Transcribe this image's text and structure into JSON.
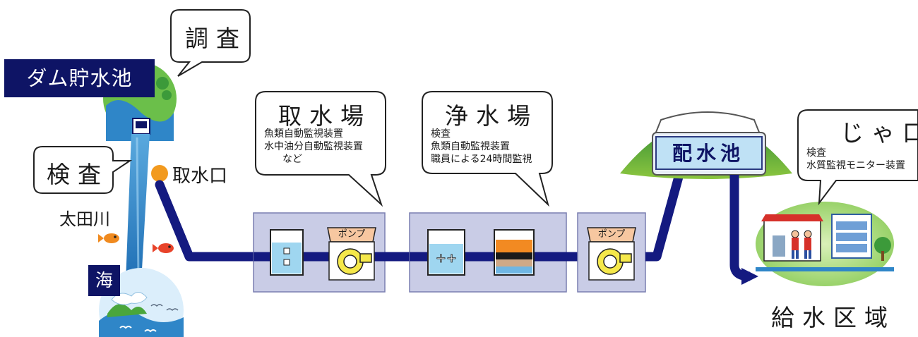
{
  "labels": {
    "chousa": "調査",
    "dam": "ダム貯水池",
    "kensa": "検査",
    "shusuiguchi": "取水口",
    "otagawa": "太田川",
    "umi": "海",
    "haisuichi": "配水池",
    "kyusui_kuiki": "給水区域"
  },
  "shusuijo": {
    "title": "取水場",
    "lines": [
      "魚類自動監視装置",
      "水中油分自動監視装置",
      "など"
    ]
  },
  "jousuijo": {
    "title": "浄水場",
    "lines": [
      "検査",
      "魚類自動監視装置",
      "職員による24時間監視"
    ]
  },
  "jaguchi": {
    "title": "じゃ口",
    "lines": [
      "検査",
      "水質監視モニター装置"
    ]
  },
  "pump": "ポンプ",
  "colors": {
    "navy": "#0e1465",
    "pipe": "#141a80",
    "water": "#2f86c8",
    "station_bg": "#c9cce6",
    "green": "#4aa63c",
    "intake_dot": "#f29a1f"
  }
}
